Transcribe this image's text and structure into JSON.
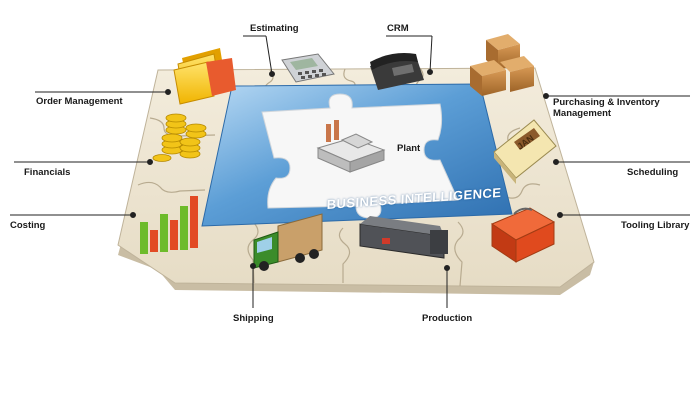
{
  "center": {
    "title": "BUSINESS INTELLIGENCE",
    "plant_label": "Plant"
  },
  "modules": {
    "estimating": "Estimating",
    "crm": "CRM",
    "order_management": "Order Management",
    "purchasing_line1": "Purchasing & Inventory",
    "purchasing_line2": "Management",
    "financials": "Financials",
    "scheduling": "Scheduling",
    "costing": "Costing",
    "tooling_library": "Tooling Library",
    "shipping": "Shipping",
    "production": "Production",
    "calendar_text": "JAN"
  },
  "colors": {
    "board_top": "#ece4d2",
    "board_side": "#c9bda4",
    "center_blue": "#3f86c6",
    "center_light": "#9cc8ec",
    "leader": "#222222"
  }
}
